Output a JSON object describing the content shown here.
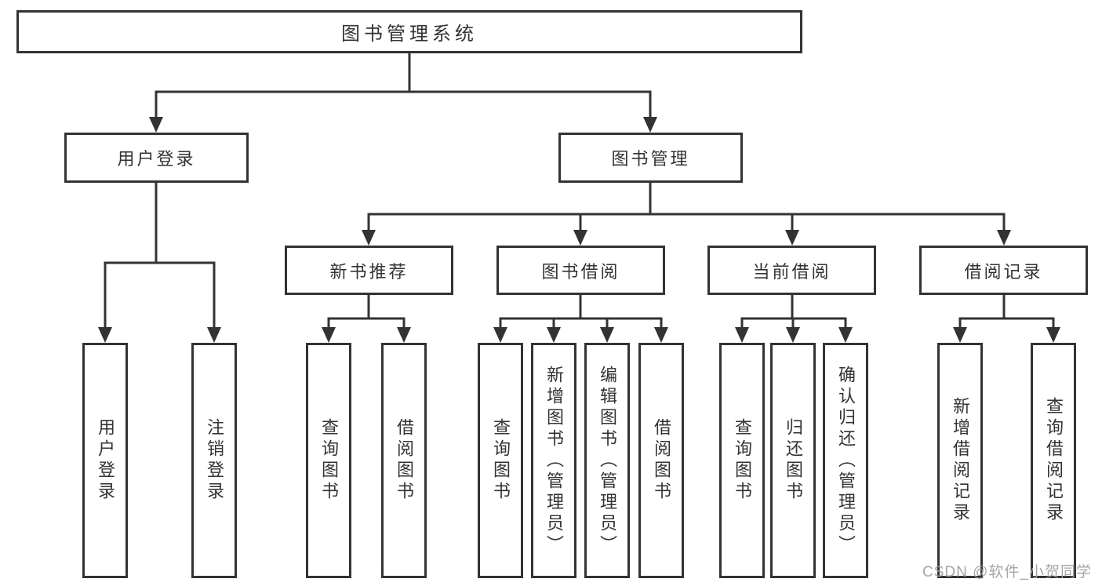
{
  "diagram": {
    "root_label": "图书管理系统",
    "branches": [
      {
        "label": "用户登录",
        "children": [
          {
            "label": "用户登录"
          },
          {
            "label": "注销登录"
          }
        ]
      },
      {
        "label": "图书管理",
        "children": [
          {
            "label": "新书推荐",
            "children": [
              {
                "label": "查询图书"
              },
              {
                "label": "借阅图书"
              }
            ]
          },
          {
            "label": "图书借阅",
            "children": [
              {
                "label": "查询图书"
              },
              {
                "label": "新增图书（管理员）"
              },
              {
                "label": "编辑图书（管理员）"
              },
              {
                "label": "借阅图书"
              }
            ]
          },
          {
            "label": "当前借阅",
            "children": [
              {
                "label": "查询图书"
              },
              {
                "label": "归还图书"
              },
              {
                "label": "确认归还（管理员）"
              }
            ]
          },
          {
            "label": "借阅记录",
            "children": [
              {
                "label": "新增借阅记录"
              },
              {
                "label": "查询借阅记录"
              }
            ]
          }
        ]
      }
    ]
  },
  "watermark": {
    "text": "CSDN @软件_小贺同学"
  },
  "colors": {
    "line": "#333333",
    "box_border": "#333333",
    "text": "#333333",
    "background": "#ffffff",
    "watermark": "#9e9e9e"
  }
}
